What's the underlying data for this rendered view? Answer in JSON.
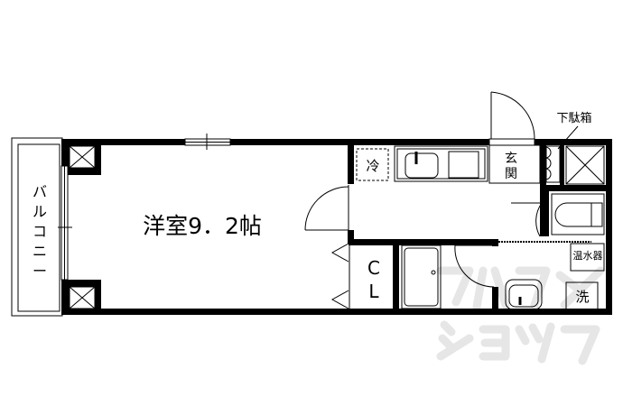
{
  "plan": {
    "main_room": "洋室9．2帖",
    "balcony": [
      "バ",
      "ル",
      "コ",
      "ニ",
      "ー"
    ],
    "closet": [
      "C",
      "L"
    ],
    "fridge": "冷",
    "entrance": [
      "玄",
      "関"
    ],
    "shoe_box": "下駄箱",
    "water_heater": "温水器",
    "washer": "洗"
  },
  "watermark": "アパマンショップ",
  "colors": {
    "wall": "#000000",
    "background": "#ffffff",
    "watermark": "#e6e6e6"
  }
}
